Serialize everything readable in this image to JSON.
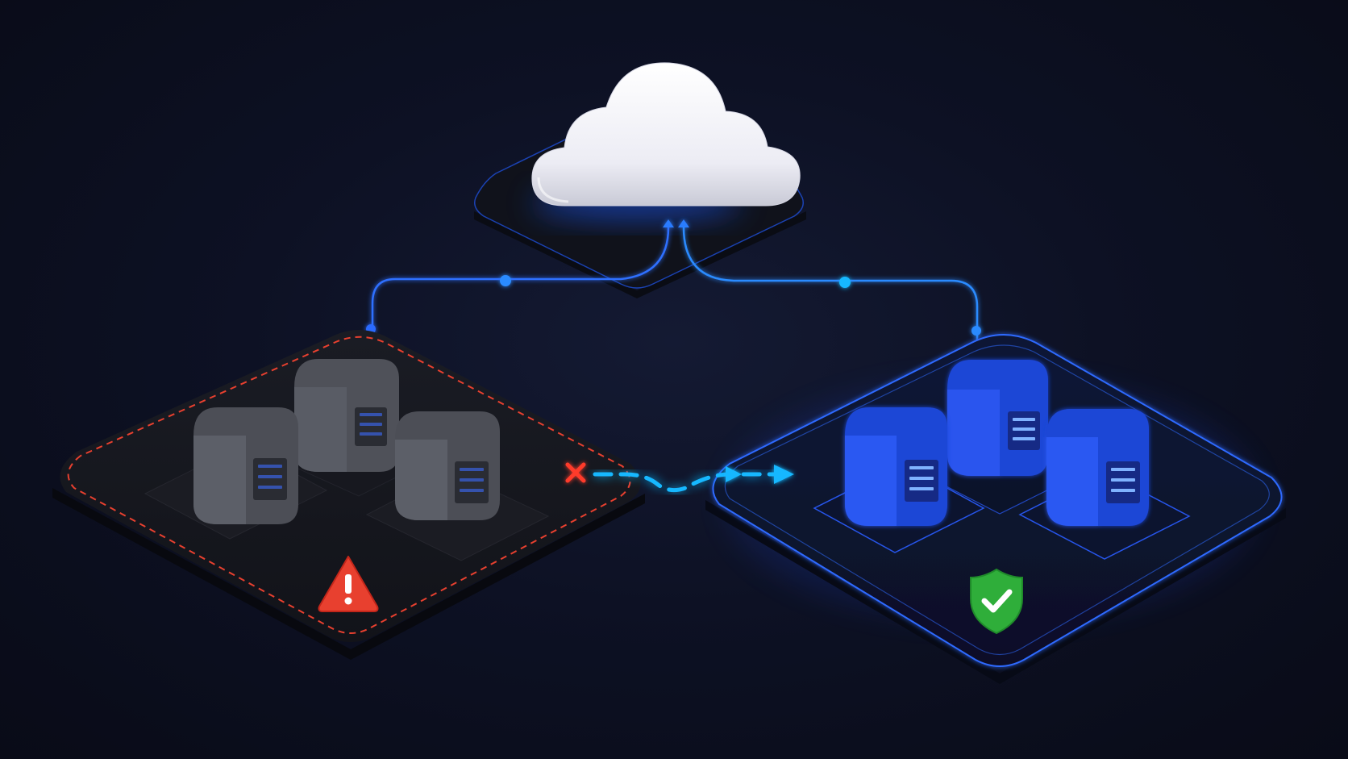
{
  "diagram": {
    "kind": "cloud-failover",
    "nodes": {
      "cloud": {
        "role": "cloud",
        "platform_glow": "#1e5bff"
      },
      "failed_zone": {
        "role": "server-cluster",
        "state": "failed",
        "server_count": 3,
        "border_color": "#e8402f",
        "status_icon": "warning-triangle-icon"
      },
      "healthy_zone": {
        "role": "server-cluster",
        "state": "healthy",
        "server_count": 3,
        "border_color": "#2f6bff",
        "status_icon": "shield-check-icon"
      }
    },
    "links": [
      {
        "from": "cloud",
        "to": "failed_zone",
        "state": "active"
      },
      {
        "from": "cloud",
        "to": "healthy_zone",
        "state": "active"
      },
      {
        "from": "failed_zone",
        "to": "healthy_zone",
        "state": "failover",
        "source_marker": "x-mark-icon"
      }
    ],
    "colors": {
      "background": "#0b0e1c",
      "link_blue": "#2b7bff",
      "link_cyan": "#19b8ff",
      "failed_red": "#e8402f",
      "healthy_green": "#2fae3a",
      "server_gray": "#5c5f68",
      "server_blue": "#2452f0",
      "cloud_white": "#f4f4fa"
    }
  }
}
